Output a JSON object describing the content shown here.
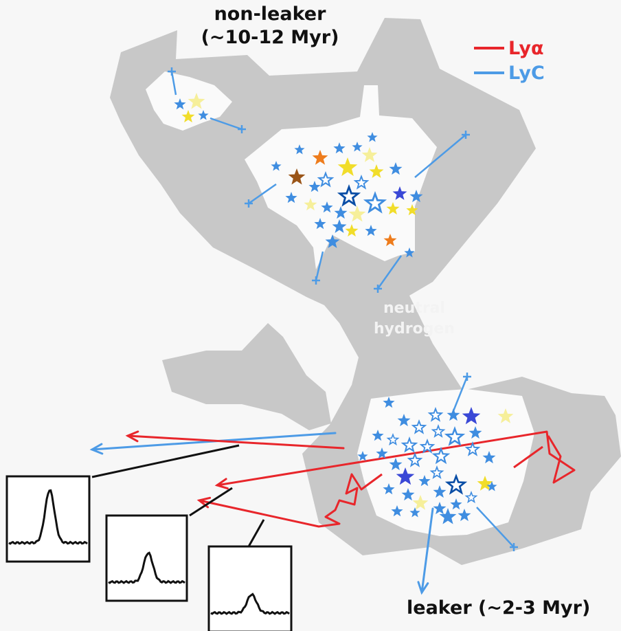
{
  "labels": {
    "non_leaker": "non-leaker",
    "non_leaker_age": "(~10-12 Myr)",
    "leaker": "leaker (~2-3 Myr)",
    "neutral": "neutral",
    "hydrogen": "hydrogen"
  },
  "legend": [
    {
      "label": "Lyα",
      "color": "#e8262b"
    },
    {
      "label": "LyC",
      "color": "#4d9be6"
    }
  ],
  "colors": {
    "background": "#f7f7f7",
    "hydrogen_gas": "#c8c8c8",
    "cavity": "#fafafa",
    "lya": "#e8262b",
    "lyc": "#4d9be6",
    "star_blue": "#3f8de0",
    "star_dark_blue": "#0a4ea6",
    "star_yellow": "#f1dd2a",
    "star_pale_yellow": "#f6ef9a",
    "star_orange": "#ee7c1c",
    "star_brown": "#9a5518",
    "star_violet": "#3a48d6"
  },
  "spectra_panels": [
    {
      "name": "spectrum-strong",
      "peak": 1.0
    },
    {
      "name": "spectrum-medium",
      "peak": 0.55
    },
    {
      "name": "spectrum-weak",
      "peak": 0.35
    }
  ]
}
